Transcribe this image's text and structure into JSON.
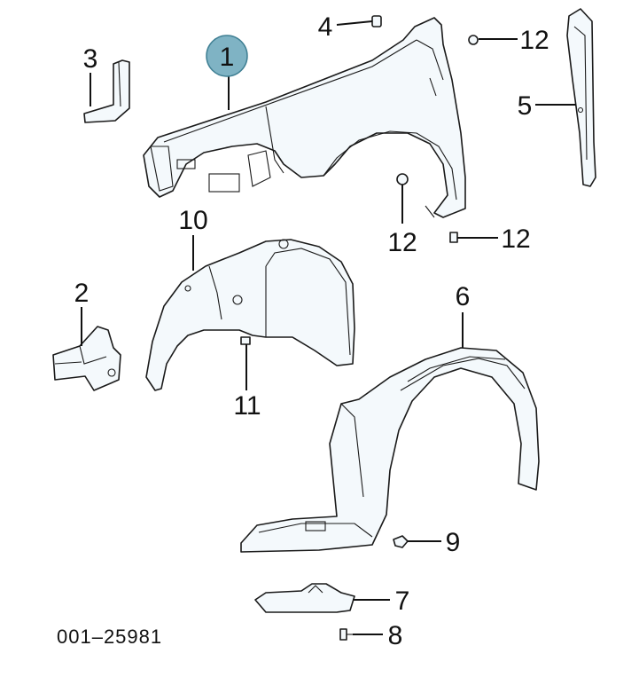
{
  "diagram": {
    "reference_code": "001–25981",
    "highlighted_callout": "1",
    "highlight_color": "#7fb3c4",
    "part_fill_color": "#f4f9fc",
    "callouts": {
      "fender": "1",
      "bracket": "2",
      "seal_strip": "3",
      "pin_4": "4",
      "side_panel": "5",
      "wheel_liner": "6",
      "lower_deflector": "7",
      "screw_8": "8",
      "clip_9": "9",
      "inner_splash_shield": "10",
      "bolt_11": "11",
      "nut_top": "12",
      "bolt_center": "12",
      "bolt_right": "12"
    }
  }
}
